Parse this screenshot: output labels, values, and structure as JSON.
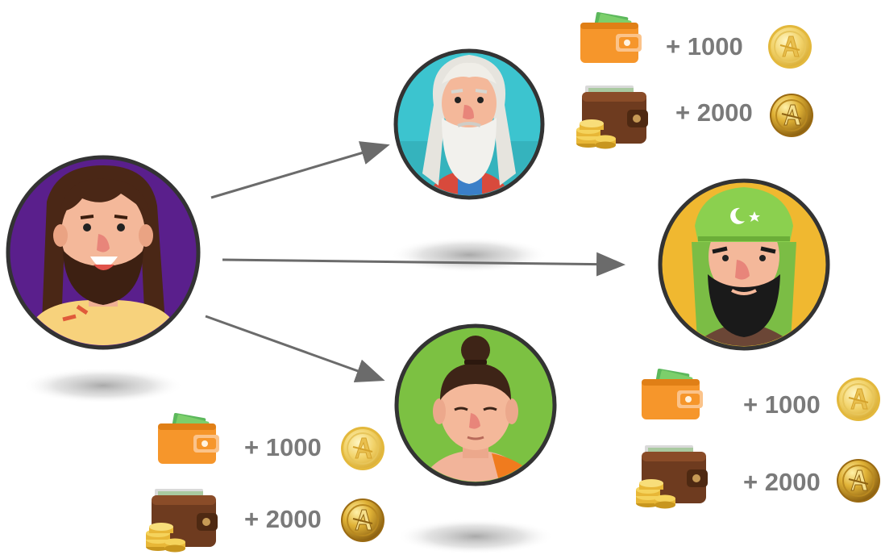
{
  "rewards": {
    "top": {
      "wallet_amount": "+ 1000",
      "purse_amount": "+ 2000"
    },
    "right": {
      "wallet_amount": "+ 1000",
      "purse_amount": "+ 2000"
    },
    "bottom": {
      "wallet_amount": "+ 1000",
      "purse_amount": "+ 2000"
    }
  },
  "colors": {
    "arrow": "#6b6b6b",
    "amount_text": "#7a7a7a",
    "source_bg": "#5a1f8c",
    "top_bg": "#3cc4cf",
    "right_bg": "#f0b830",
    "bottom_bg": "#7cc142",
    "wallet_orange": "#f6962b",
    "purse_brown": "#6e3b1f",
    "coin_gold": "#f2c94c",
    "coin_dark_gold": "#c8961e"
  },
  "icons": [
    "wallet-icon",
    "purse-icon",
    "coin-icon",
    "arrow-icon"
  ]
}
